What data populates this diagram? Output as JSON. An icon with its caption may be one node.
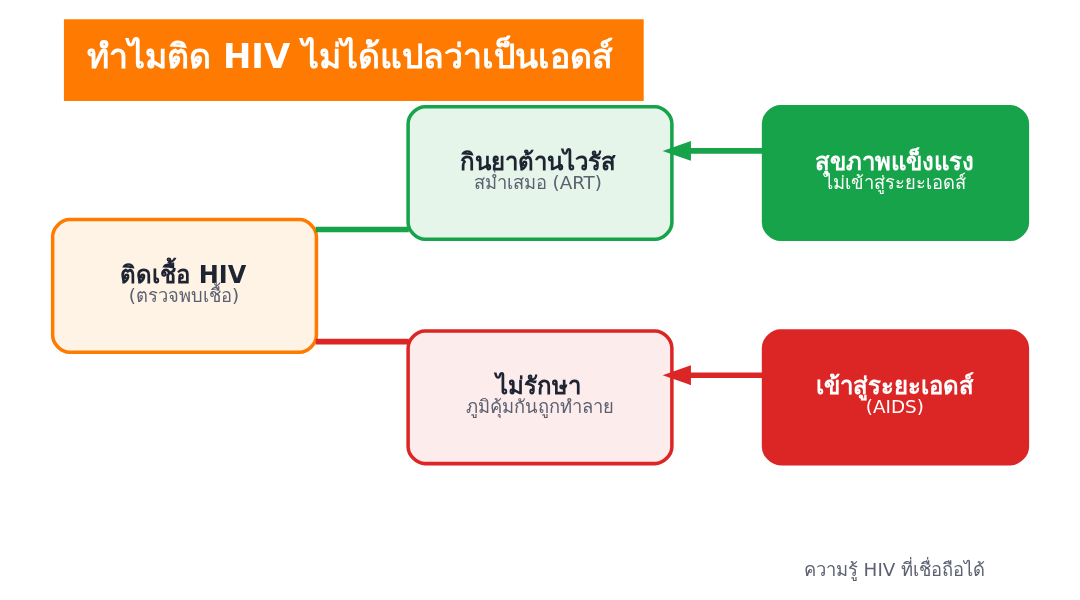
{
  "diagram": {
    "title": "ทำไมติด HIV ไม่ได้แปลว่าเป็นเอดส์",
    "nodes": [
      {
        "text": [
          "ติดเชื้อ HIV",
          "(ตรวจพบเชื้อ)"
        ]
      },
      {
        "text": [
          "กินยาต้านไวรัส",
          "สม่ำเสมอ (ART)"
        ]
      },
      {
        "text": [
          "สุขภาพแข็งแรง",
          "ไม่เข้าสู่ระยะเอดส์"
        ]
      },
      {
        "text": [
          "ไม่รักษา",
          "ภูมิคุ้มกันถูกทำลาย"
        ]
      },
      {
        "text": [
          "เข้าสู่ระยะเอดส์",
          "(AIDS)"
        ]
      }
    ],
    "edges": [
      {
        "from": 0,
        "to": 1,
        "arrow": "none",
        "color": "#16a34a"
      },
      {
        "from": 0,
        "to": 3,
        "arrow": "none",
        "color": "#dc2626"
      },
      {
        "from": 2,
        "to": 1,
        "arrow": "to",
        "color": "#16a34a"
      },
      {
        "from": 4,
        "to": 3,
        "arrow": "to",
        "color": "#dc2626"
      }
    ],
    "labels": [
      "ความรู้ HIV ที่เชื่อถือได้"
    ]
  }
}
